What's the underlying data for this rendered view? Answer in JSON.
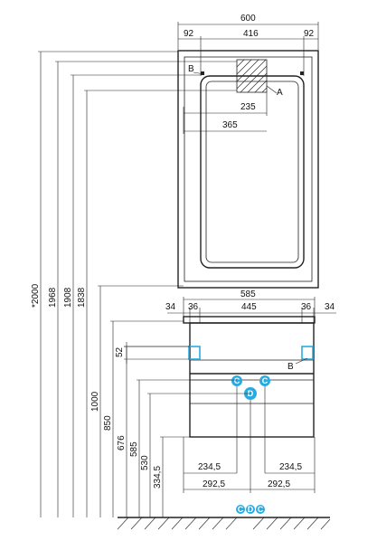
{
  "mirror": {
    "width": "600",
    "side_left": "92",
    "center": "416",
    "side_right": "92",
    "lamp_offset": "235",
    "lamp_width": "365",
    "label_a": "A",
    "label_b": "B"
  },
  "cabinet": {
    "width": "585",
    "edge_left": "34",
    "inner_left": "36",
    "center": "445",
    "inner_right": "36",
    "edge_right": "34",
    "drawer_dim": "52",
    "label_b": "B",
    "bottom_left": "234,5",
    "bottom_right": "234,5",
    "bottom2_left": "292,5",
    "bottom2_right": "292,5"
  },
  "heights": {
    "h2000": "*2000",
    "h1968": "1968",
    "h1908": "1908",
    "h1838": "1838",
    "h1000": "1000",
    "h850": "850",
    "h676": "676",
    "h585": "585",
    "h530": "530",
    "h334": "334,5"
  },
  "markers": {
    "c": "C",
    "d": "D",
    "legend_c1": "C",
    "legend_d": "D",
    "legend_c2": "C"
  },
  "colors": {
    "marker": "#29abe2",
    "line": "#222222"
  }
}
